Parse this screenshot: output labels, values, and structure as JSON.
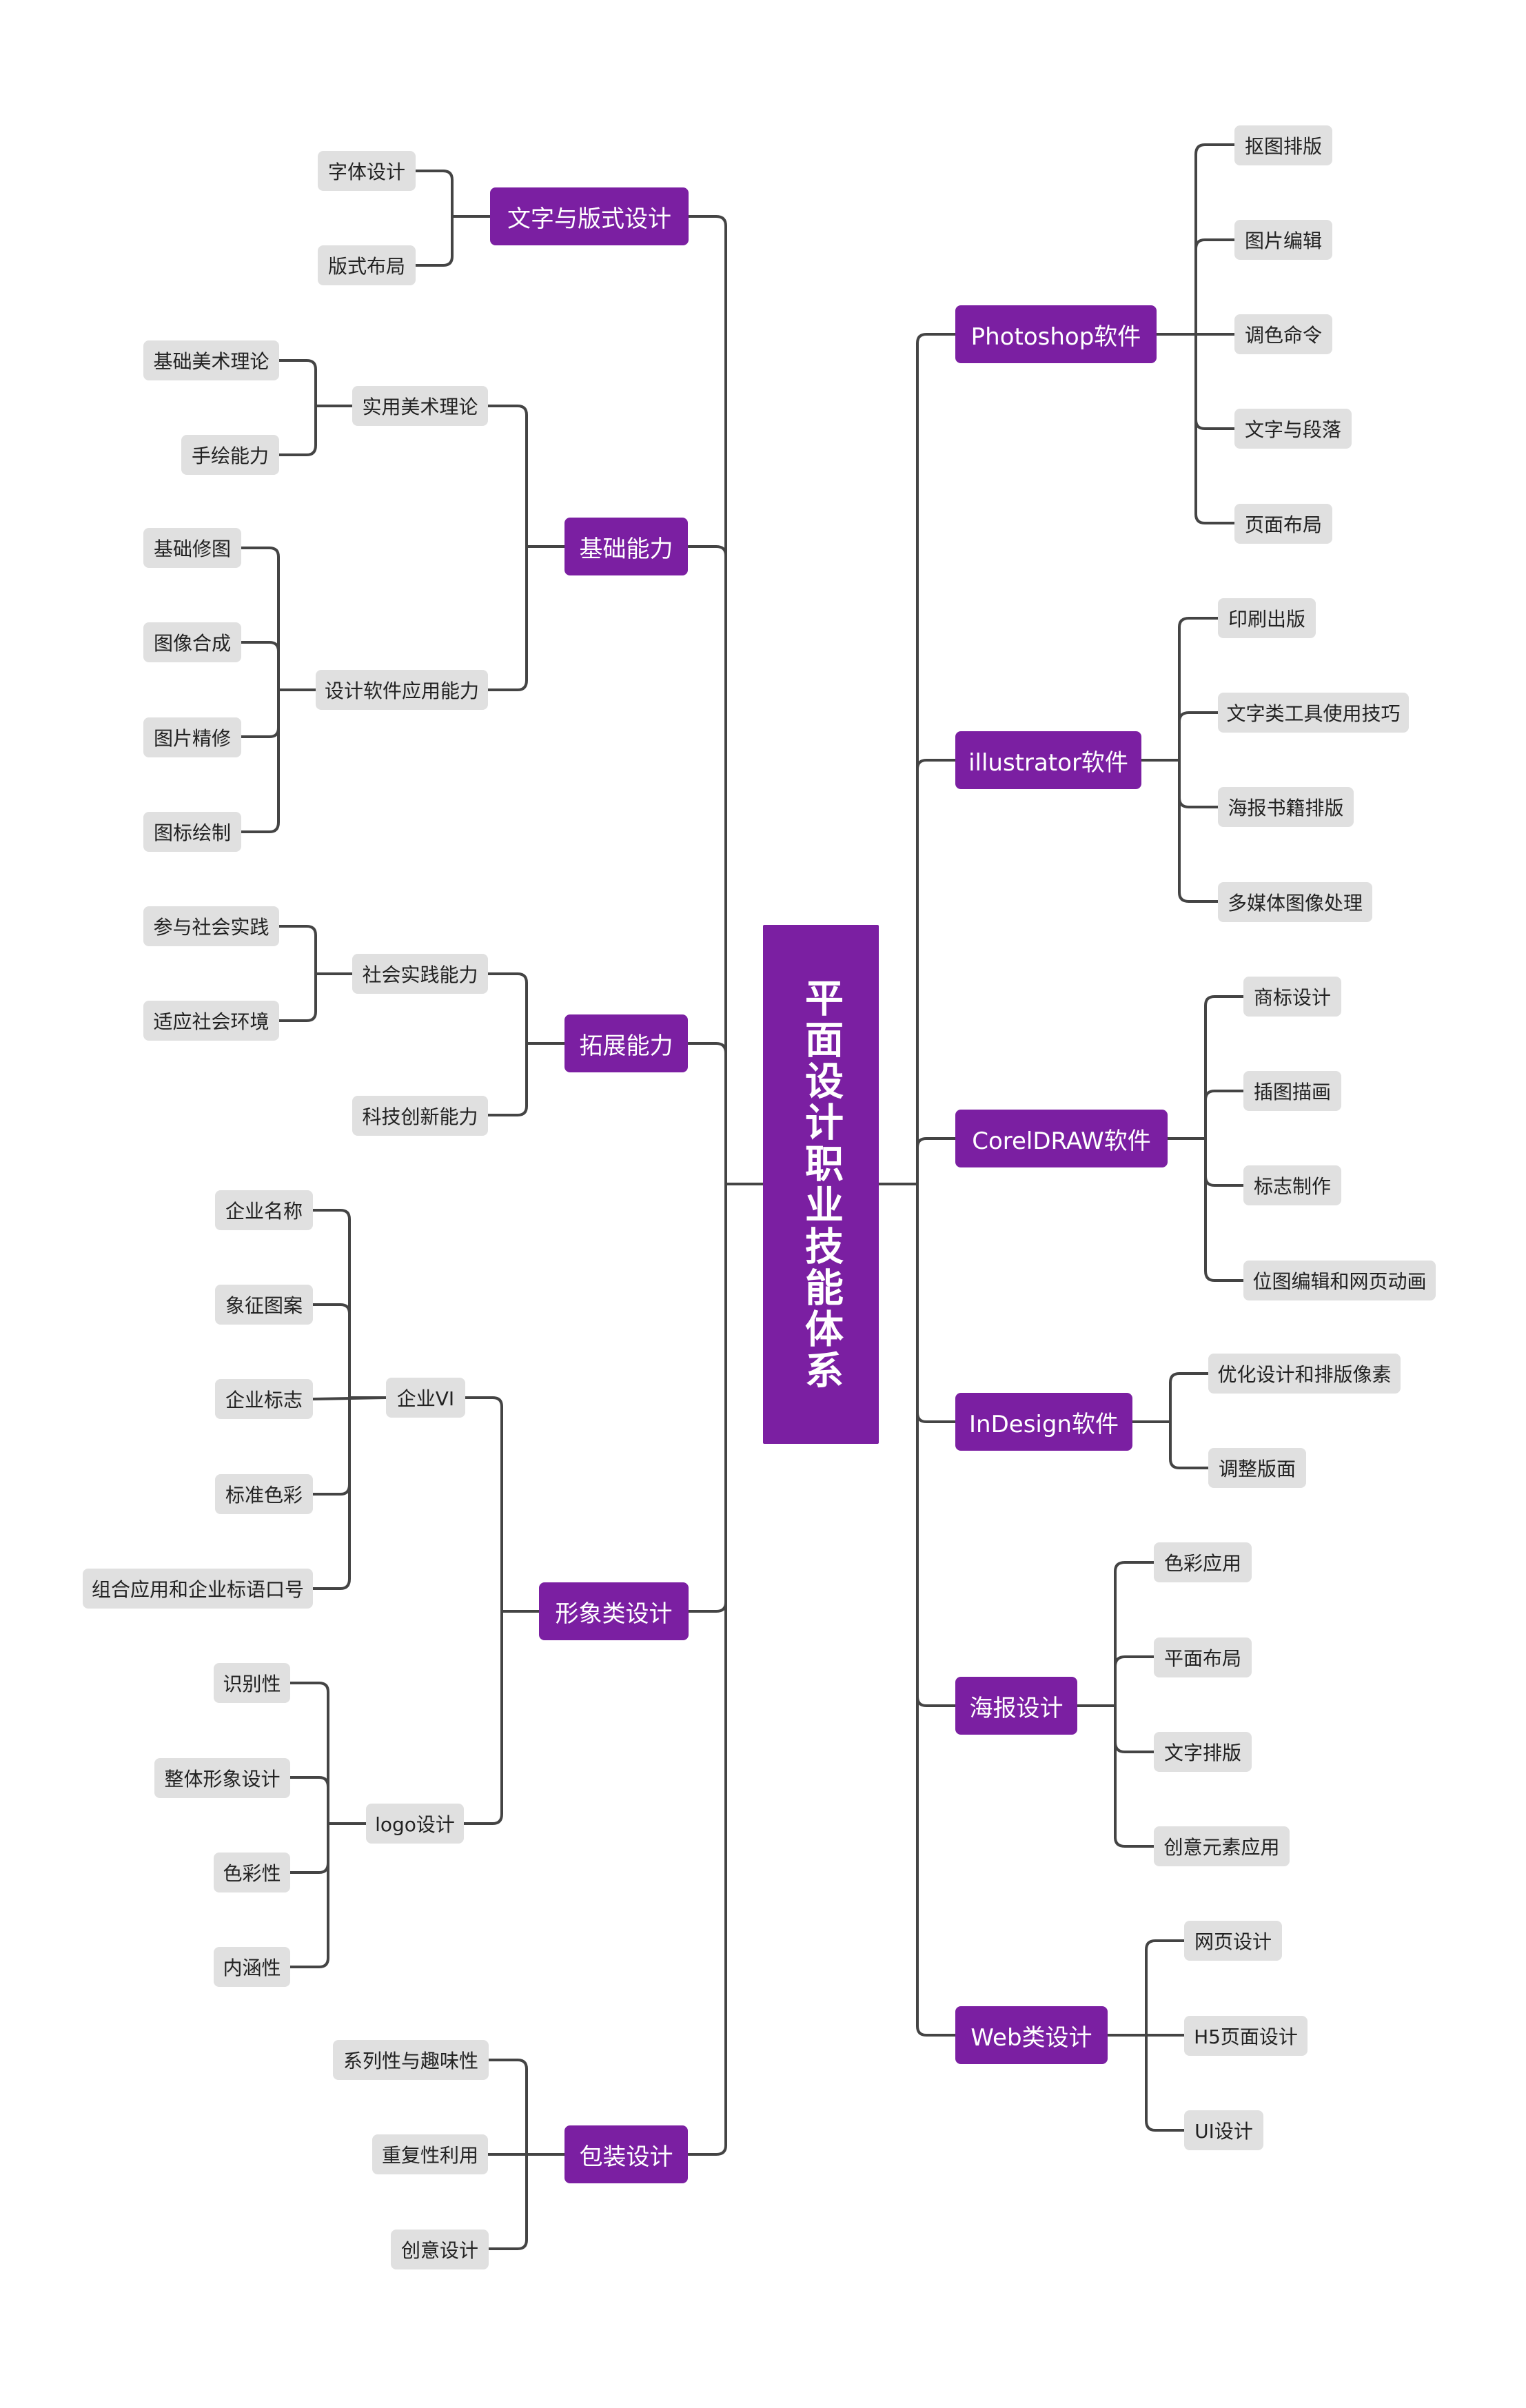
{
  "colors": {
    "primary": "#7b1fa2",
    "leaf": "#e0e0e0",
    "line": "#444444"
  },
  "root": {
    "label": "平面设计职业技能体系"
  },
  "left": [
    {
      "label": "文字与版式设计",
      "children": [
        {
          "label": "字体设计"
        },
        {
          "label": "版式布局"
        }
      ]
    },
    {
      "label": "基础能力",
      "children": [
        {
          "label": "实用美术理论",
          "children": [
            {
              "label": "基础美术理论"
            },
            {
              "label": "手绘能力"
            }
          ]
        },
        {
          "label": "设计软件应用能力",
          "children": [
            {
              "label": "基础修图"
            },
            {
              "label": "图像合成"
            },
            {
              "label": "图片精修"
            },
            {
              "label": "图标绘制"
            }
          ]
        }
      ]
    },
    {
      "label": "拓展能力",
      "children": [
        {
          "label": "社会实践能力",
          "children": [
            {
              "label": "参与社会实践"
            },
            {
              "label": "适应社会环境"
            }
          ]
        },
        {
          "label": "科技创新能力"
        }
      ]
    },
    {
      "label": "形象类设计",
      "children": [
        {
          "label": "企业VI",
          "children": [
            {
              "label": "企业名称"
            },
            {
              "label": "象征图案"
            },
            {
              "label": "企业标志"
            },
            {
              "label": "标准色彩"
            },
            {
              "label": "组合应用和企业标语口号"
            }
          ]
        },
        {
          "label": "logo设计",
          "children": [
            {
              "label": "识别性"
            },
            {
              "label": "整体形象设计"
            },
            {
              "label": "色彩性"
            },
            {
              "label": "内涵性"
            }
          ]
        }
      ]
    },
    {
      "label": "包装设计",
      "children": [
        {
          "label": "系列性与趣味性"
        },
        {
          "label": "重复性利用"
        },
        {
          "label": "创意设计"
        }
      ]
    }
  ],
  "right": [
    {
      "label": "Photoshop软件",
      "children": [
        {
          "label": "抠图排版"
        },
        {
          "label": "图片编辑"
        },
        {
          "label": "调色命令"
        },
        {
          "label": "文字与段落"
        },
        {
          "label": "页面布局"
        }
      ]
    },
    {
      "label": "illustrator软件",
      "children": [
        {
          "label": "印刷出版"
        },
        {
          "label": "文字类工具使用技巧"
        },
        {
          "label": "海报书籍排版"
        },
        {
          "label": "多媒体图像处理"
        }
      ]
    },
    {
      "label": "CorelDRAW软件",
      "children": [
        {
          "label": "商标设计"
        },
        {
          "label": "插图描画"
        },
        {
          "label": "标志制作"
        },
        {
          "label": "位图编辑和网页动画"
        }
      ]
    },
    {
      "label": "InDesign软件",
      "children": [
        {
          "label": "优化设计和排版像素"
        },
        {
          "label": "调整版面"
        }
      ]
    },
    {
      "label": "海报设计",
      "children": [
        {
          "label": "色彩应用"
        },
        {
          "label": "平面布局"
        },
        {
          "label": "文字排版"
        },
        {
          "label": "创意元素应用"
        }
      ]
    },
    {
      "label": "Web类设计",
      "children": [
        {
          "label": "网页设计"
        },
        {
          "label": "H5页面设计"
        },
        {
          "label": "UI设计"
        }
      ]
    }
  ]
}
